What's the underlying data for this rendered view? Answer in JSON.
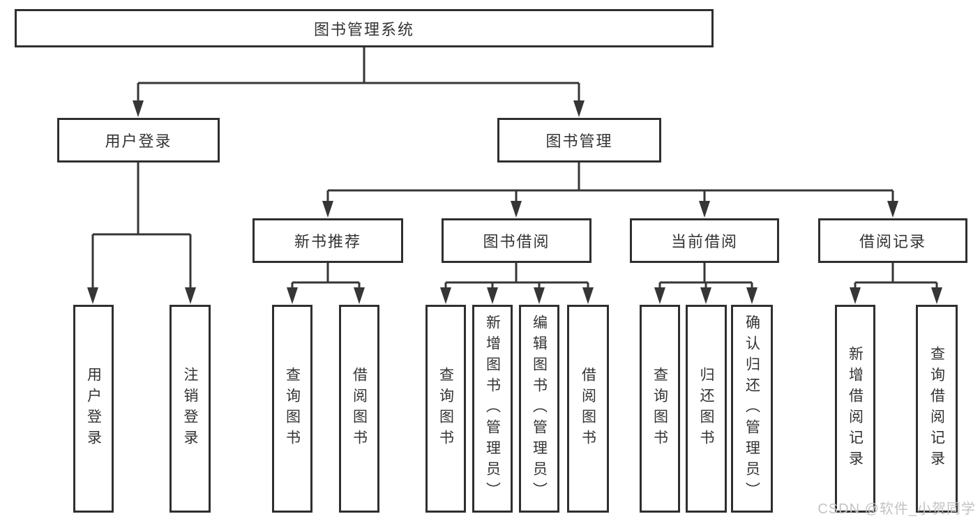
{
  "diagram": {
    "type": "hierarchy-chart",
    "tree": {
      "label": "图书管理系统",
      "children": [
        {
          "label": "用户登录",
          "children": [
            {
              "label": "用户登录"
            },
            {
              "label": "注销登录"
            }
          ]
        },
        {
          "label": "图书管理",
          "children": [
            {
              "label": "新书推荐",
              "children": [
                {
                  "label": "查询图书"
                },
                {
                  "label": "借阅图书"
                }
              ]
            },
            {
              "label": "图书借阅",
              "children": [
                {
                  "label": "查询图书"
                },
                {
                  "label": "新增图书（管理员）"
                },
                {
                  "label": "编辑图书（管理员）"
                },
                {
                  "label": "借阅图书"
                }
              ]
            },
            {
              "label": "当前借阅",
              "children": [
                {
                  "label": "查询图书"
                },
                {
                  "label": "归还图书"
                },
                {
                  "label": "确认归还（管理员）"
                }
              ]
            },
            {
              "label": "借阅记录",
              "children": [
                {
                  "label": "新增借阅记录"
                },
                {
                  "label": "查询借阅记录"
                }
              ]
            }
          ]
        }
      ]
    },
    "colors": {
      "box_border": "#2f2f2f",
      "connector_line": "#363636",
      "text": "#333333",
      "watermark": "#c3c3c3",
      "background": "#ffffff"
    }
  },
  "watermark": {
    "text": "CSDN @软件_小贺同学"
  }
}
